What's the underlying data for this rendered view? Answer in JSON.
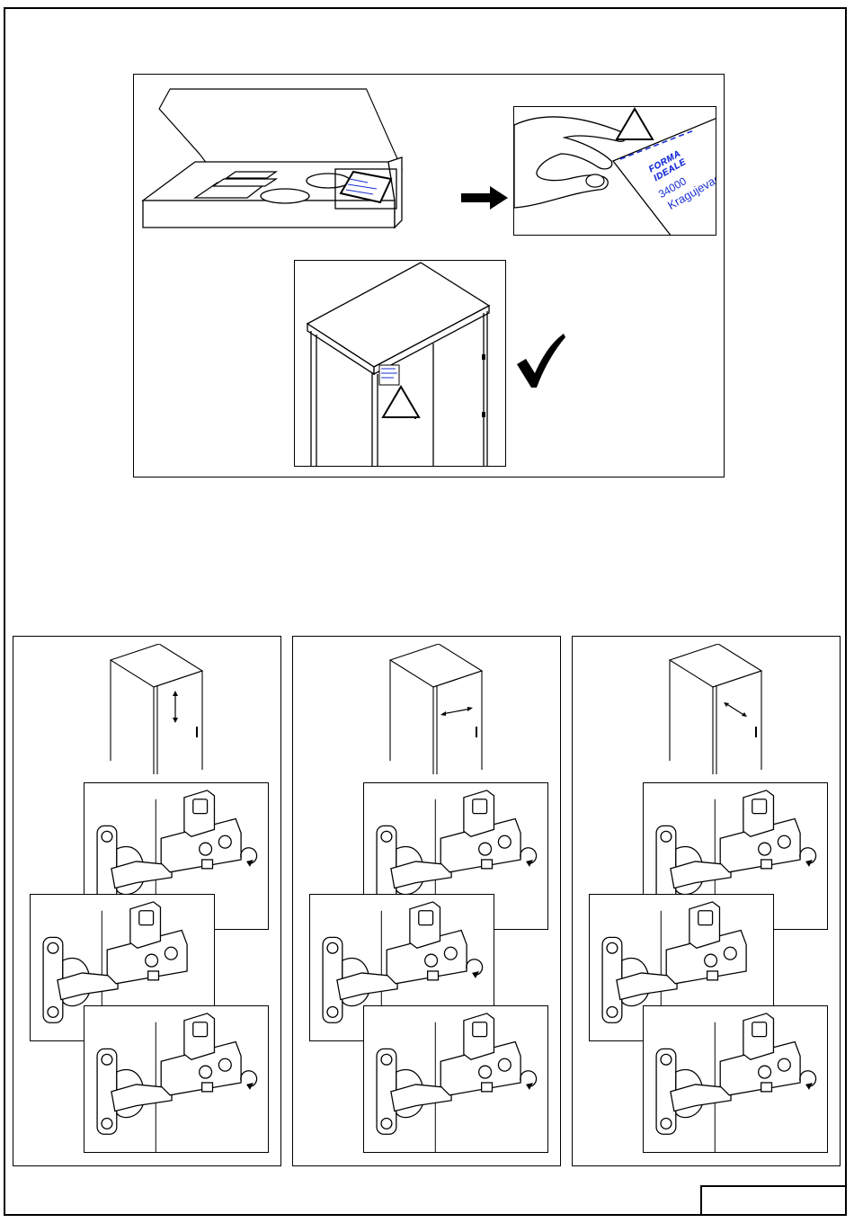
{
  "label": {
    "brand": "FORMA IDEALE",
    "postal_code": "34000",
    "city": "Kragujevac"
  },
  "symbols": {
    "warning": "triangle-warning-icon",
    "check": "checkmark-icon",
    "arrow": "arrow-right-icon"
  },
  "colors": {
    "ink": "#000000",
    "label_blue": "#1a2fd6"
  },
  "adjustments": [
    {
      "direction": "vertical"
    },
    {
      "direction": "horizontal"
    },
    {
      "direction": "depth"
    }
  ]
}
